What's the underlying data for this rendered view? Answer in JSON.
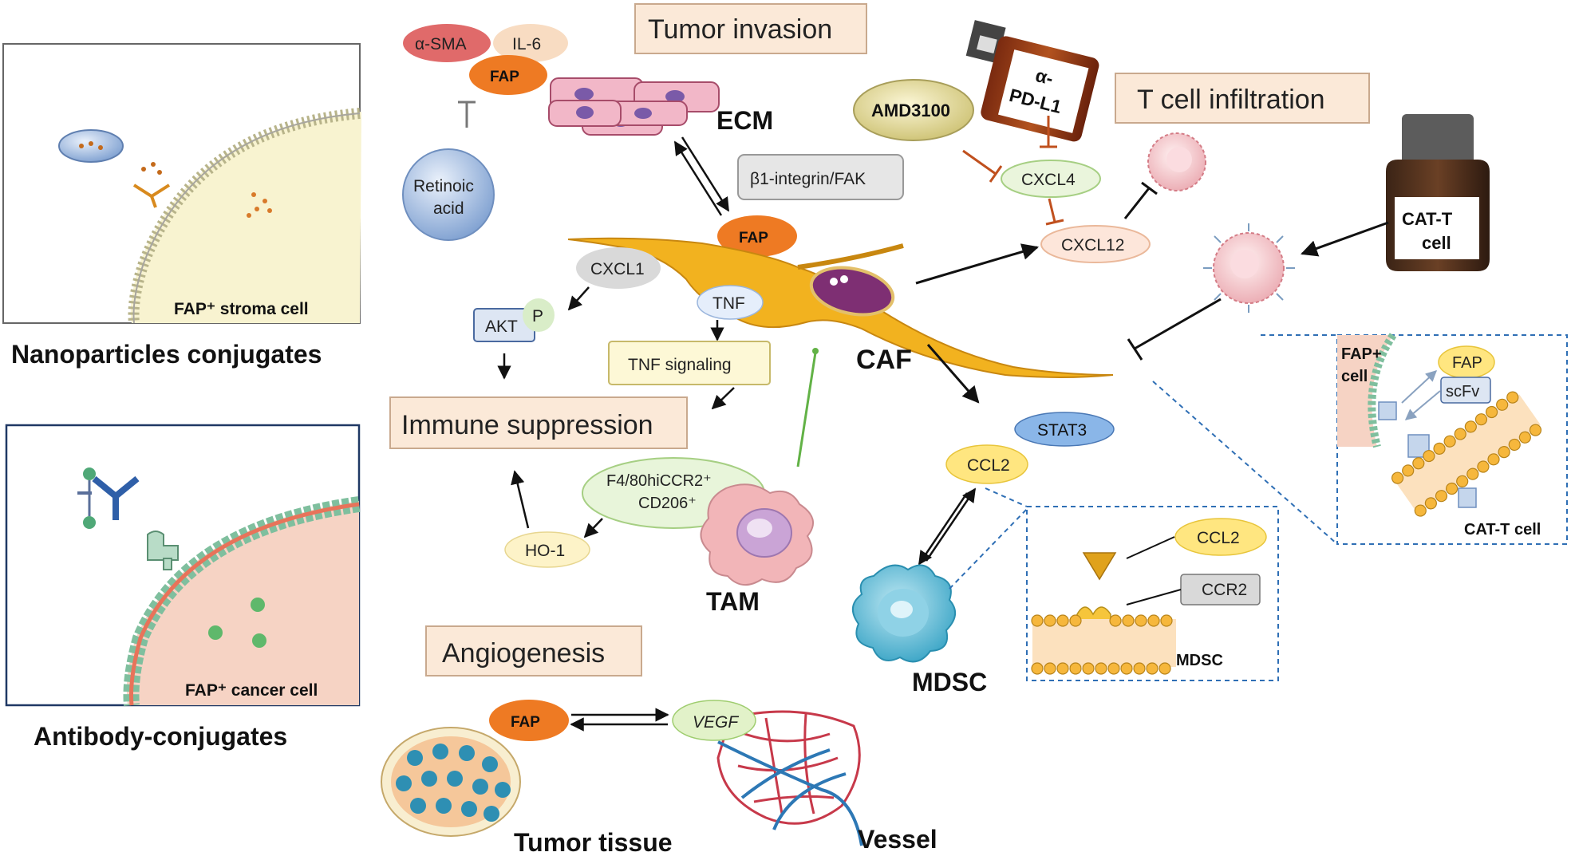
{
  "left_panels": {
    "nanoparticle_cell_label": "FAP⁺ stroma cell",
    "nanoparticle_caption": "Nanoparticles conjugates",
    "antibody_cell_label": "FAP⁺ cancer cell",
    "antibody_caption": "Antibody-conjugates"
  },
  "ecm_section": {
    "smooth_muscle_actin": "α-SMA",
    "interleukin": "IL-6",
    "fap_top": "FAP",
    "retinoic_acid": [
      "Retinoic",
      "acid"
    ],
    "ecm_label": "ECM",
    "tumor_invasion": "Tumor invasion",
    "integrin_pathway": "β1-integrin/FAK",
    "fap_center": "FAP"
  },
  "t_cell_section": {
    "antibody_vial": [
      "α-",
      "PD-L1"
    ],
    "amd3100": "AMD3100",
    "cxcl4": "CXCL4",
    "cxcl12": "CXCL12",
    "t_cell_infiltration": "T cell infiltration",
    "cat_t_bottle": [
      "CAT-T",
      "cell"
    ]
  },
  "center": {
    "caf_label": "CAF",
    "cxcl1": "CXCL1",
    "akt": "AKT",
    "phospho": "P",
    "tnf": "TNF",
    "tnf_signaling": "TNF signaling",
    "immune_suppression": "Immune suppression",
    "tam_marker": [
      "F4/80hiCCR2⁺",
      "CD206⁺"
    ],
    "ho1": "HO-1",
    "tam_label": "TAM"
  },
  "mdsc_section": {
    "stat3": "STAT3",
    "ccl2": "CCL2",
    "mdsc_label": "MDSC",
    "inset_ccl2": "CCL2",
    "inset_ccr2": "CCR2",
    "inset_mdsc": "MDSC"
  },
  "cat_t_inset": {
    "fap_cell": [
      "FAP+",
      "cell"
    ],
    "fap": "FAP",
    "scfv": "scFv",
    "cat_t_cell": "CAT-T cell"
  },
  "angiogenesis": {
    "title": "Angiogenesis",
    "fap": "FAP",
    "vegf": "VEGF",
    "tumor_tissue": "Tumor tissue",
    "vessel": "Vessel"
  },
  "colors": {
    "fap_orange": "#ee7a23",
    "title_box_fill": "#fbe9d8",
    "caf_yellow": "#f2b21f",
    "inset_border": "#2f6fb5",
    "panel_border_dark": "#1f3864",
    "membrane_green": "#7fbf9e",
    "membrane_red": "#e8735a"
  }
}
